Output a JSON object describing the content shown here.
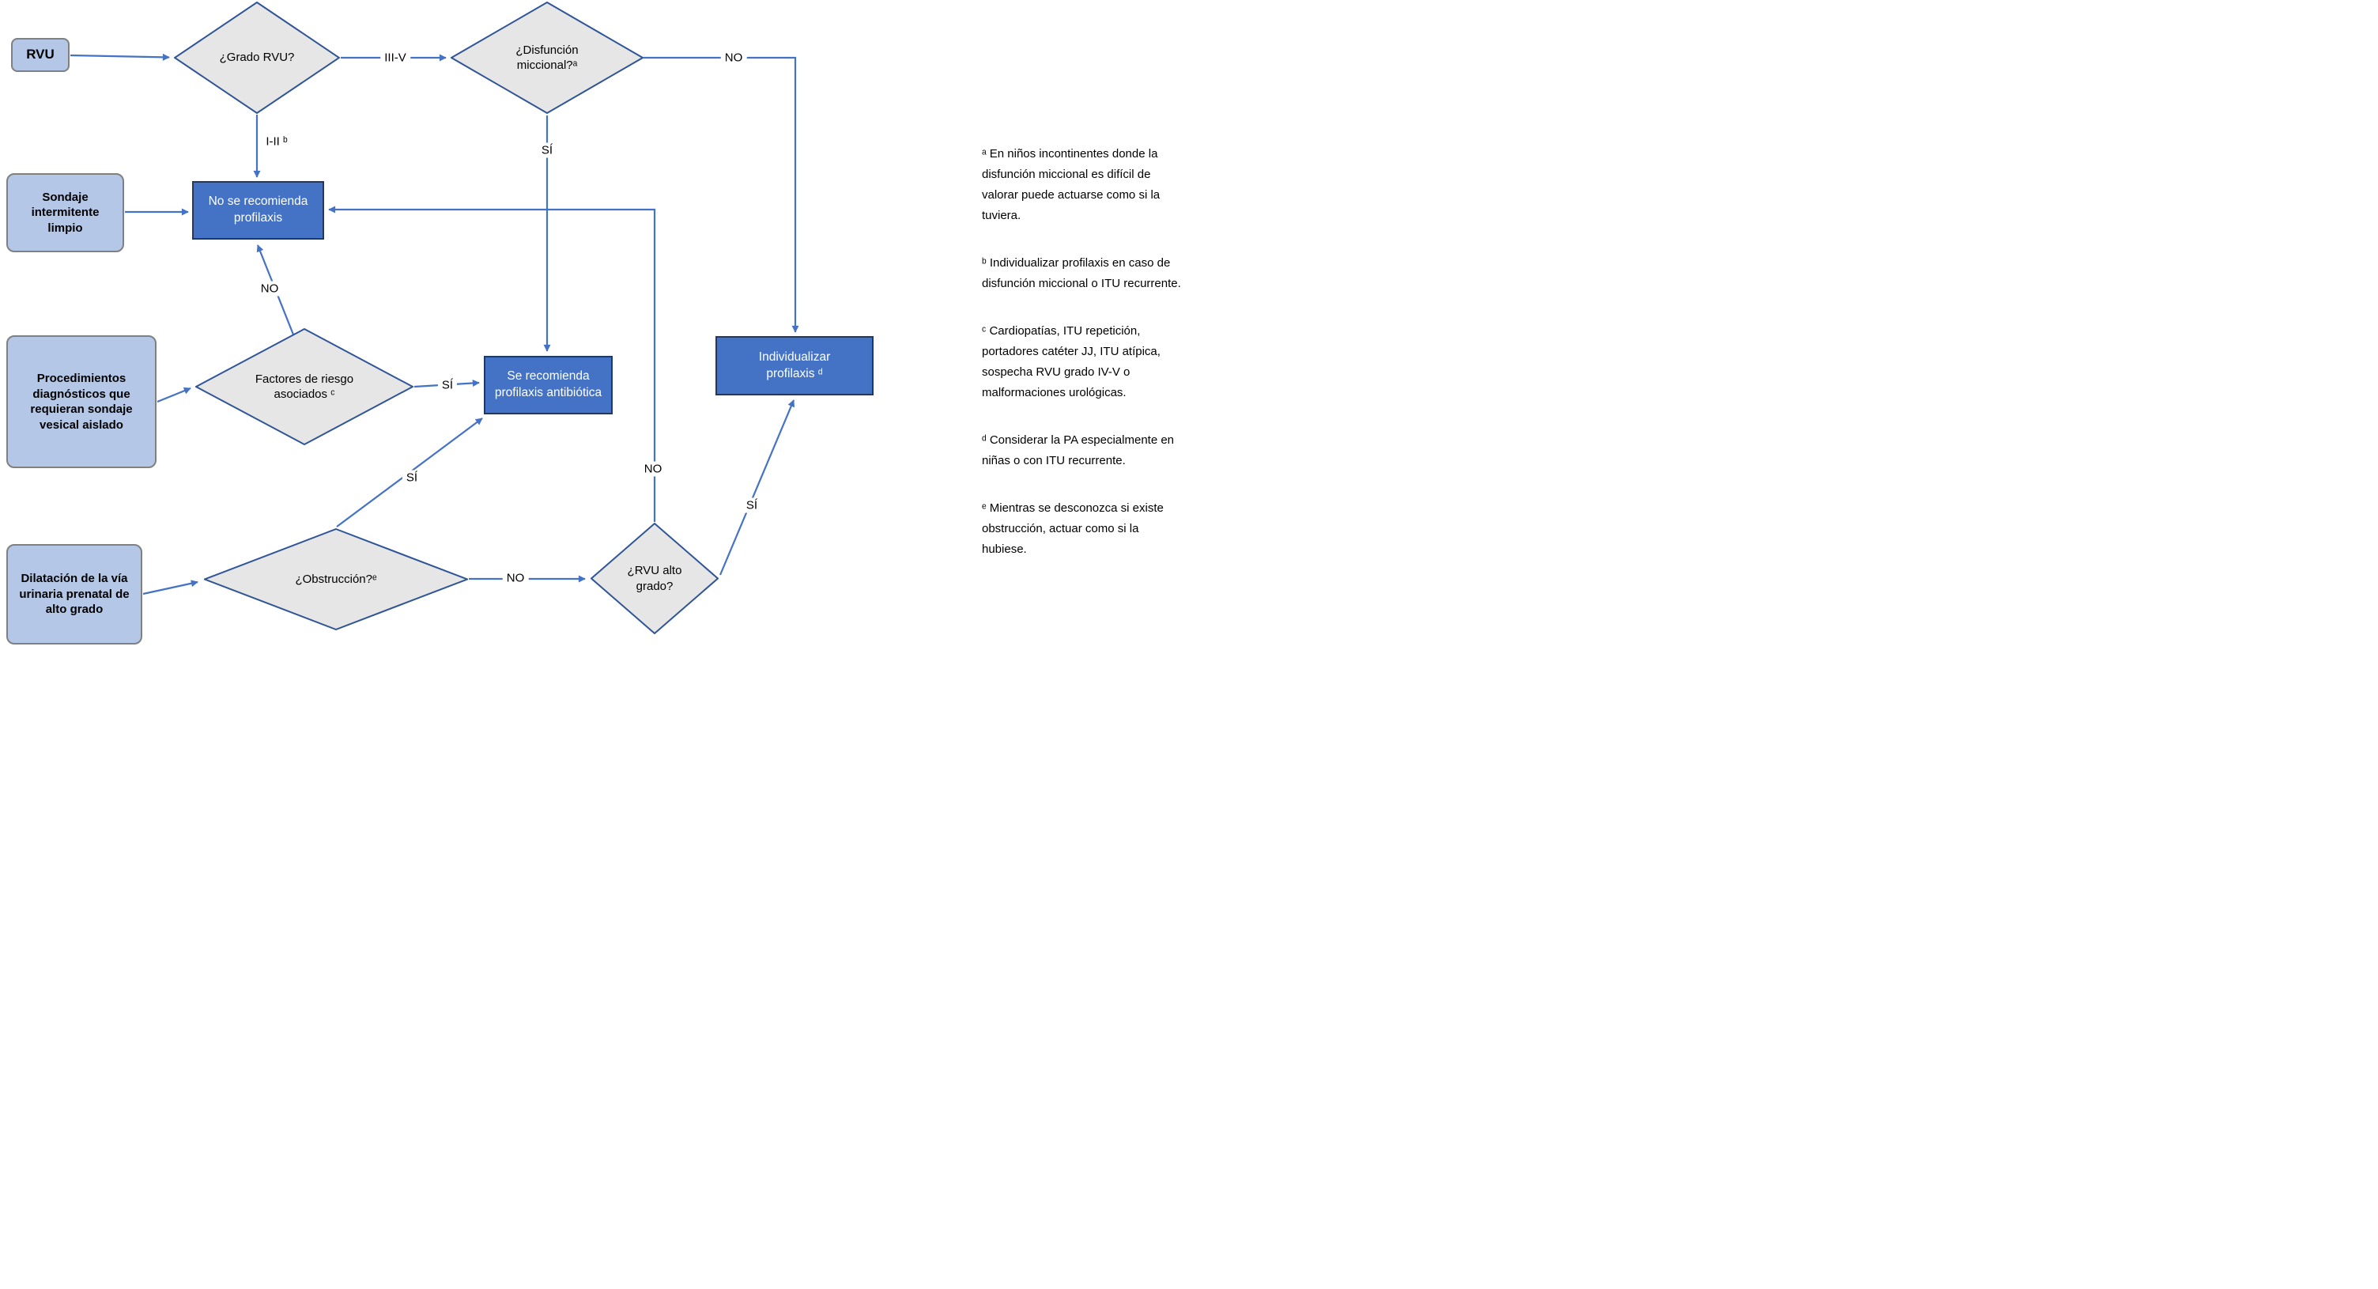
{
  "nodes": {
    "rvu": {
      "label": "RVU"
    },
    "grado_rvu": {
      "label": "¿Grado RVU?"
    },
    "disfuncion_miccional": {
      "label": "¿Disfunción miccional?ᵃ"
    },
    "no_se_recomienda": {
      "label": "No se recomienda profilaxis"
    },
    "sondaje": {
      "label": "Sondaje intermitente limpio"
    },
    "procedimientos": {
      "label": "Procedimientos diagnósticos que requieran sondaje vesical aislado"
    },
    "factores_riesgo": {
      "label": "Factores de riesgo asociados ᶜ"
    },
    "se_recomienda": {
      "label": "Se recomienda profilaxis antibiótica"
    },
    "individualizar": {
      "label": "Individualizar profilaxis ᵈ"
    },
    "dilatacion": {
      "label": "Dilatación de la vía urinaria prenatal de alto grado"
    },
    "obstruccion": {
      "label": "¿Obstrucción?ᵉ"
    },
    "rvu_alto_grado": {
      "label": "¿RVU alto grado?"
    }
  },
  "edge_labels": {
    "grado_iii_v": "III-V",
    "grado_i_ii": "I-II ᵇ",
    "disfuncion_no": "NO",
    "disfuncion_si": "SÍ",
    "factores_no": "NO",
    "factores_si": "SÍ",
    "obstruccion_si": "SÍ",
    "obstruccion_no": "NO",
    "alto_grado_no": "NO",
    "alto_grado_si": "SÍ"
  },
  "footnotes": [
    "ᵃ En niños incontinentes donde la disfunción miccional es difícil de valorar puede actuarse como si la tuviera.",
    "ᵇ Individualizar profilaxis en caso de disfunción miccional o ITU recurrente.",
    "ᶜ Cardiopatías, ITU repetición, portadores catéter JJ, ITU atípica, sospecha RVU grado IV-V o malformaciones urológicas.",
    "ᵈ Considerar la PA especialmente en niñas o con ITU recurrente.",
    "ᵉ Mientras se desconozca si existe obstrucción, actuar como si la hubiese."
  ],
  "colors": {
    "line": "#4472c4",
    "action_fill": "#4472c4",
    "action_border": "#1f3864",
    "diamond_fill": "#e7e6e6",
    "diamond_border": "#2f5597",
    "start_fill": "#b4c7e7",
    "start_border": "#808080"
  }
}
